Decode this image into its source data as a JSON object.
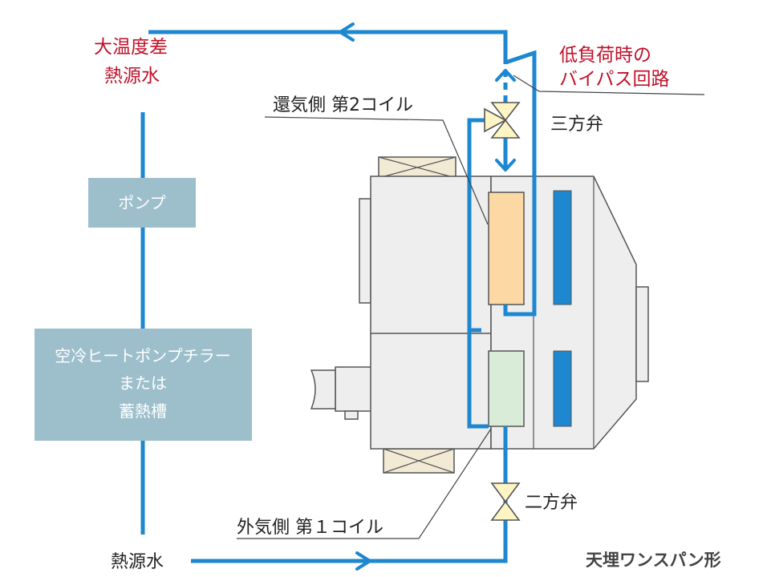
{
  "labels": {
    "large_temp_diff_line1": "大温度差",
    "large_temp_diff_line2": "熱源水",
    "bypass_line1": "低負荷時の",
    "bypass_line2": "バイパス回路",
    "return_air_coil": "還気側 第2コイル",
    "three_way_valve": "三方弁",
    "pump": "ポンプ",
    "heat_source_line1": "空冷ヒートポンプチラー",
    "heat_source_line2": "または",
    "heat_source_line3": "蓄熱槽",
    "two_way_valve": "二方弁",
    "outside_air_coil": "外気側 第１コイル",
    "heat_source_water": "熱源水",
    "unit_type": "天埋ワンスパン形"
  },
  "colors": {
    "pipe": "#1d87d0",
    "label_red": "#c0112a",
    "box_fill": "#9dbfcc",
    "coil2_fill": "#fcd9a4",
    "coil1_fill": "#d8ecd8",
    "valve_fill": "#fdf5c4",
    "unit_fill": "#eeeeee",
    "vent_blue": "#1d87d0"
  }
}
